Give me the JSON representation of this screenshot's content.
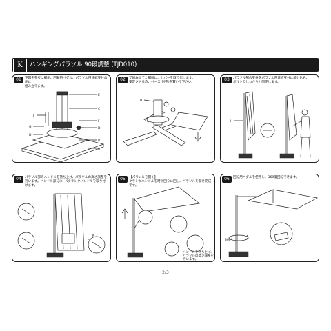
{
  "header": {
    "logo_text": "K",
    "title": "ハンギングパラソル 90段調整 (TJD010)"
  },
  "steps": [
    {
      "number": "01",
      "text": "下図を参考に脚側、回転用ペダル、パラソル用連結支柱の側に\n組み立てます。",
      "labels": [
        "J",
        "E",
        "C",
        "F",
        "G",
        "D",
        "B",
        "A"
      ]
    },
    {
      "number": "02",
      "text": "で組み立てた脚部に、カバーを取り付けます。\n安定させる為、ベース(別売)を置いて下さい。",
      "labels": [
        "H"
      ]
    },
    {
      "number": "03",
      "text": "パラソル部の支柱をパラソル用連結支柱に差し込み、\nボルトでしっかりと固定します。",
      "labels": [
        "I"
      ]
    },
    {
      "number": "04",
      "text": "パラソル部のハンドルを持ち上げ、パラソルの高さ調整を\n行います。ハンドル部分に、Kクランクハンドルを取り付けます。",
      "labels": [
        "K"
      ]
    },
    {
      "number": "05",
      "text": "【パラソルを開く】\nクランクハンドルを時計回りに回し、パラソルを開き完成です。",
      "labels": [
        "ハンドルを持ち上げ、",
        "パラソルの高さ調整を",
        "行います。"
      ]
    },
    {
      "number": "06",
      "text": "回転用ペダルを使用し、360度回転できます。",
      "labels": [
        "360°"
      ]
    }
  ],
  "page_number": "2/3"
}
